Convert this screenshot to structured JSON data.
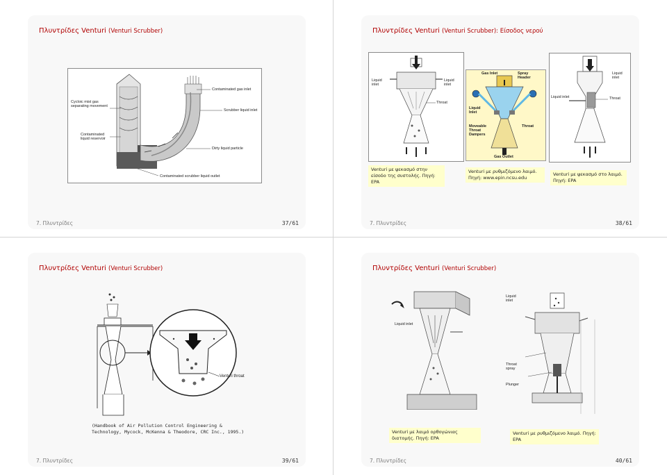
{
  "slides": [
    {
      "title_main": "Πλυντρίδες Venturi",
      "title_sub": "(Venturi Scrubber)",
      "footer_left": "7. Πλυντρίδες",
      "page": "37/61",
      "figure_labels": {
        "contaminated_gas_inlet": "Contaminated gas inlet",
        "cyclonic_mist": "Cycloic mist gas separating movement",
        "scrubber_liquid_inlet": "Scrubber liquid inlet",
        "contaminated_liquid_reservoir": "Contaminated liquid reservoir",
        "dirty_liquid_particle": "Dirty liquid particle",
        "scrubber_liquid_outlet": "Contaminated scrubber liquid outlet"
      }
    },
    {
      "title_main": "Πλυντρίδες Venturi",
      "title_sub": "(Venturi Scrubber): Είσοδος νερού",
      "footer_left": "7. Πλυντρίδες",
      "page": "38/61",
      "fig1_labels": {
        "liquid_inlet_left": "Liquid inlet",
        "liquid_inlet_right": "Liquid inlet",
        "throat": "Throat"
      },
      "fig2_labels": {
        "gas_inlet": "Gas Inlet",
        "spray_header": "Spray Header",
        "liquid_inlet": "Liquid Inlet",
        "moveable": "Moveable Throat Dampers",
        "throat": "Throat",
        "gas_outlet": "Gas Outlet"
      },
      "fig3_labels": {
        "liquid_inlet_top": "Liquid inlet",
        "liquid_inlet": "Liquid inlet",
        "throat": "Throat"
      },
      "captions": [
        "Venturi με ψεκασμό στην είσοδο της συστολής. Πηγή: EPA",
        "Venturi με ρυθμιζόμενο λαιμό. Πηγή: www.epin.ncsu.edu",
        "Venturi με ψεκασμό στο λαιμό. Πηγή: EPA"
      ]
    },
    {
      "title_main": "Πλυντρίδες Venturi",
      "title_sub": "(Venturi Scrubber)",
      "footer_left": "7. Πλυντρίδες",
      "page": "39/61",
      "figure_labels": {
        "venturi_throat": "Venturi throat"
      },
      "reference": "(Handbook of Air Pollution Control Engineering & Technology, Mycock, McKenna & Theodore, CRC Inc., 1995.)"
    },
    {
      "title_main": "Πλυντρίδες Venturi",
      "title_sub": "(Venturi Scrubber)",
      "footer_left": "7. Πλυντρίδες",
      "page": "40/61",
      "fig1_labels": {
        "liquid_inlet": "Liquid inlet"
      },
      "fig2_labels": {
        "liquid_inlet": "Liquid inlet",
        "throat_spray": "Throat spray",
        "plunger": "Plunger"
      },
      "captions": [
        "Venturi με λαιμό ορθογώνιας διατομής. Πηγή: EPA",
        "Venturi με ρυθμιζόμενο λαιμό. Πηγή: EPA"
      ]
    }
  ]
}
